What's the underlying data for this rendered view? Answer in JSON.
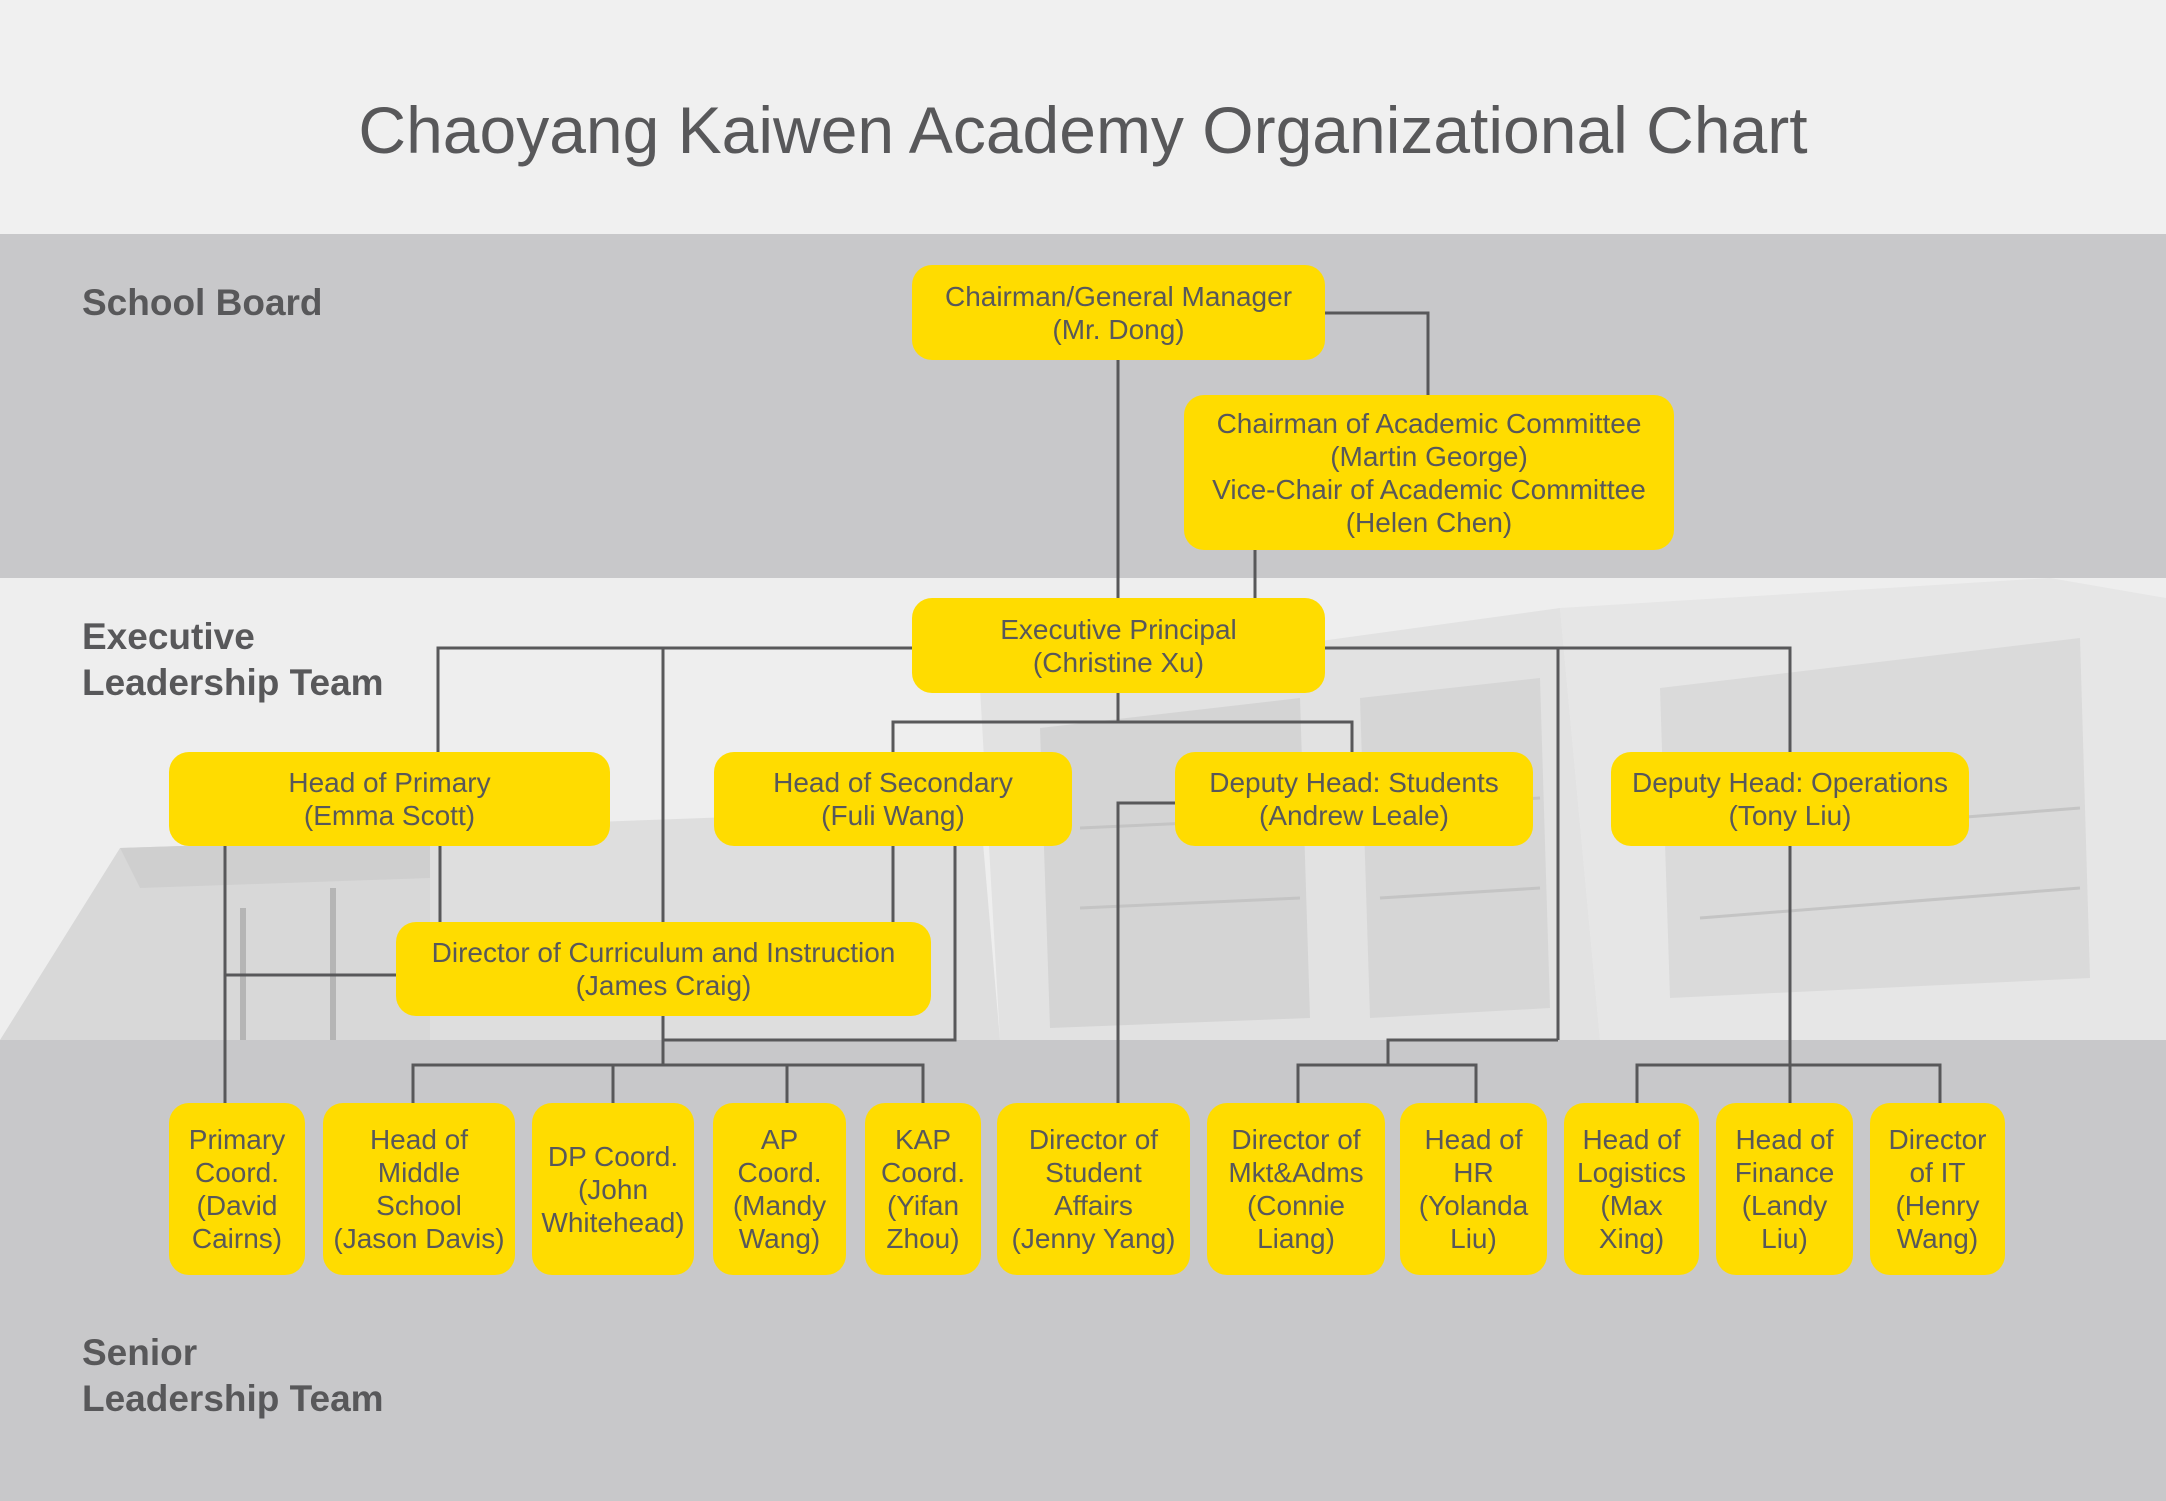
{
  "title": "Chaoyang Kaiwen Academy Organizational Chart",
  "sections": {
    "board": "School Board",
    "executive": "Executive\nLeadership Team",
    "senior": "Senior\nLeadership Team"
  },
  "colors": {
    "box": "#ffdc00",
    "text": "#58585a",
    "line": "#58585a",
    "band_dark": "#c8c8ca",
    "band_light": "#f0f0f0"
  },
  "nodes": {
    "chairman": "Chairman/General Manager\n(Mr. Dong)",
    "academic_committee": "Chairman of Academic Committee\n(Martin George)\nVice-Chair of Academic Committee\n(Helen Chen)",
    "executive_principal": "Executive Principal\n(Christine Xu)",
    "head_primary": "Head of Primary\n(Emma Scott)",
    "head_secondary": "Head of Secondary\n(Fuli Wang)",
    "deputy_students": "Deputy Head: Students\n(Andrew Leale)",
    "deputy_operations": "Deputy Head: Operations\n(Tony Liu)",
    "director_curriculum": "Director of Curriculum and Instruction\n(James Craig)",
    "primary_coord": "Primary\nCoord.\n(David\nCairns)",
    "head_middle": "Head of\nMiddle\nSchool\n(Jason Davis)",
    "dp_coord": "DP Coord.\n(John\nWhitehead)",
    "ap_coord": "AP\nCoord.\n(Mandy\nWang)",
    "kap_coord": "KAP\nCoord.\n(Yifan\nZhou)",
    "student_affairs": "Director of\nStudent Affairs\n(Jenny Yang)",
    "mkt_adms": "Director of\nMkt&Adms\n(Connie\nLiang)",
    "head_hr": "Head of\nHR\n(Yolanda\nLiu)",
    "head_logistics": "Head of\nLogistics\n(Max\nXing)",
    "head_finance": "Head of\nFinance\n(Landy\nLiu)",
    "director_it": "Director\nof IT\n(Henry\nWang)"
  }
}
